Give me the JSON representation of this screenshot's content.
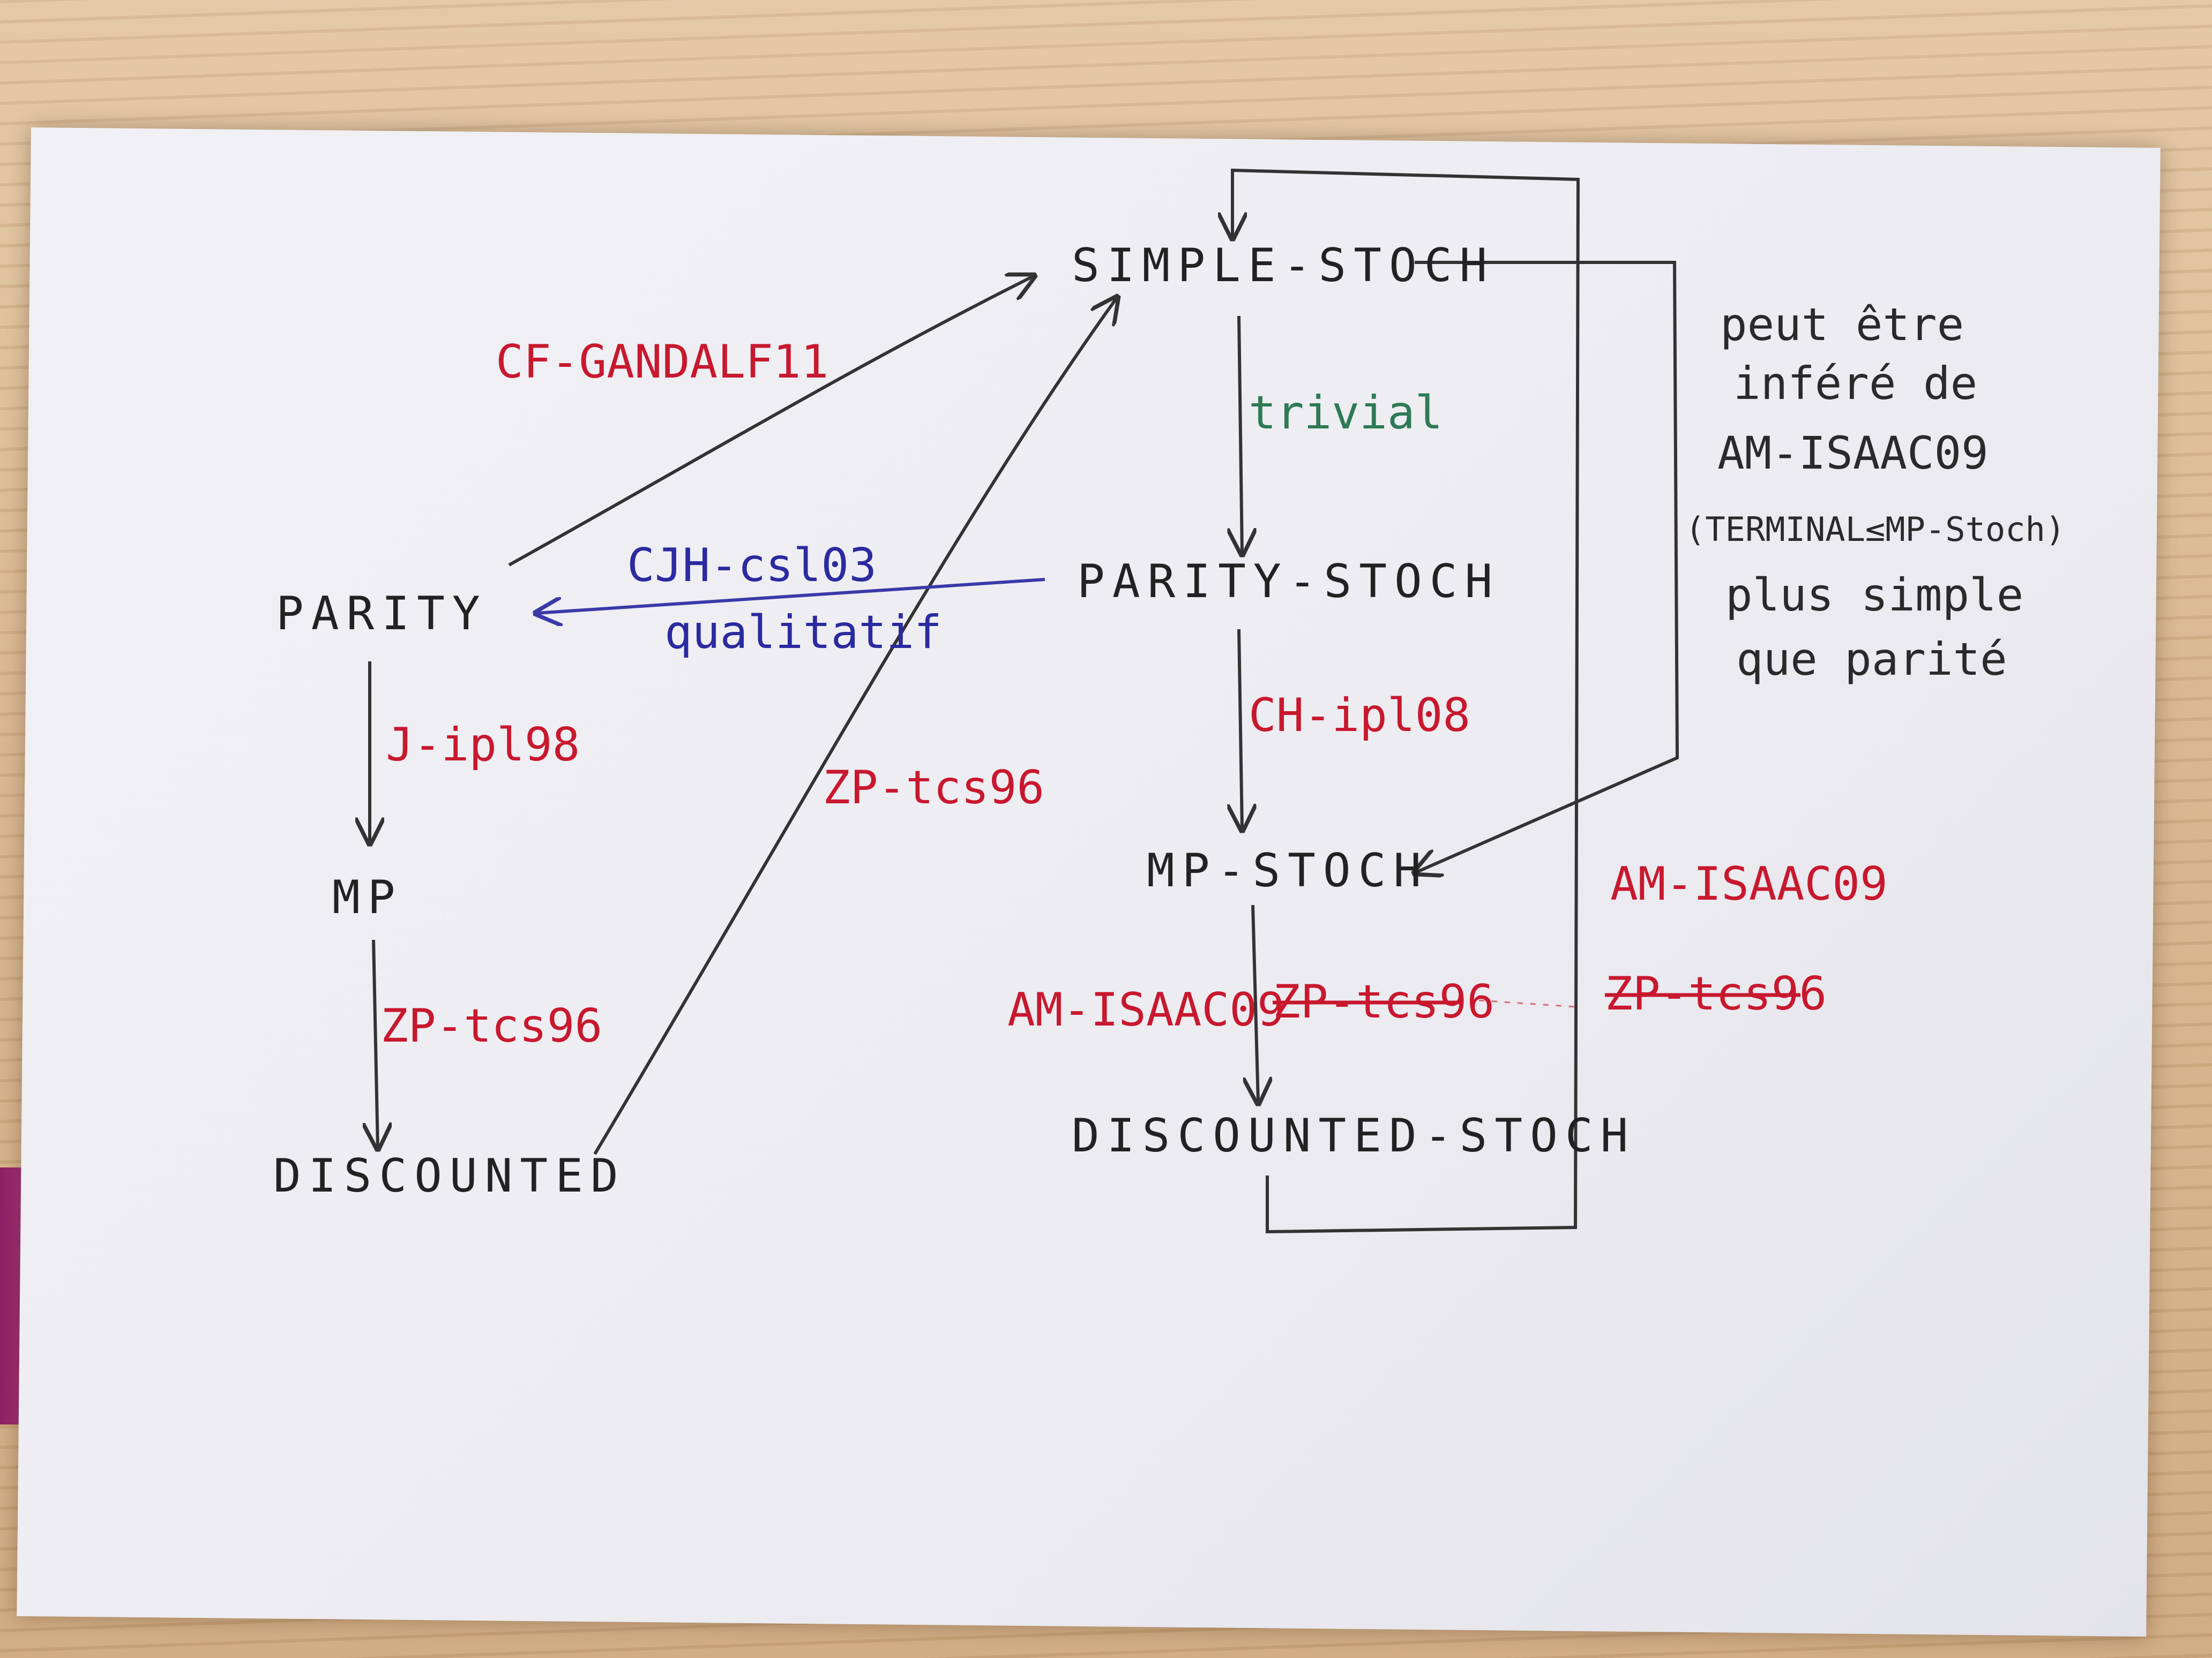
{
  "nodes": {
    "parity": "PARITY",
    "mp": "MP",
    "discounted": "DISCOUNTED",
    "simple_stoch": "SIMPLE-STOCH",
    "parity_stoch": "PARITY-STOCH",
    "mp_stoch": "MP-STOCH",
    "discounted_stoch": "DISCOUNTED-STOCH"
  },
  "edge_labels": {
    "cf_gandalf": "CF-GANDALF11",
    "cjh": "CJH-csl03",
    "qualitatif": "qualitatif",
    "j_ipl": "J-ipl98",
    "zp_tcs_left": "ZP-tcs96",
    "zp_tcs_diag": "ZP-tcs96",
    "trivial": "trivial",
    "ch_ipl": "CH-ipl08",
    "am_isaac_left": "AM-ISAAC09",
    "zp_tcs_struck_mid": "ZP-tcs96",
    "am_isaac_right": "AM-ISAAC09",
    "zp_tcs_struck_right": "ZP-tcs96"
  },
  "note": {
    "line1": "peut être",
    "line2": "inféré de",
    "line3": "AM-ISAAC09",
    "line4": "(TERMINAL≤MP-Stoch)",
    "line5": "plus simple",
    "line6": "que parité"
  },
  "colors": {
    "ink_black": "#222222",
    "ink_red": "#c8182e",
    "ink_blue": "#2b2aa0",
    "ink_green": "#2e7a55",
    "paper": "#efeff3"
  }
}
